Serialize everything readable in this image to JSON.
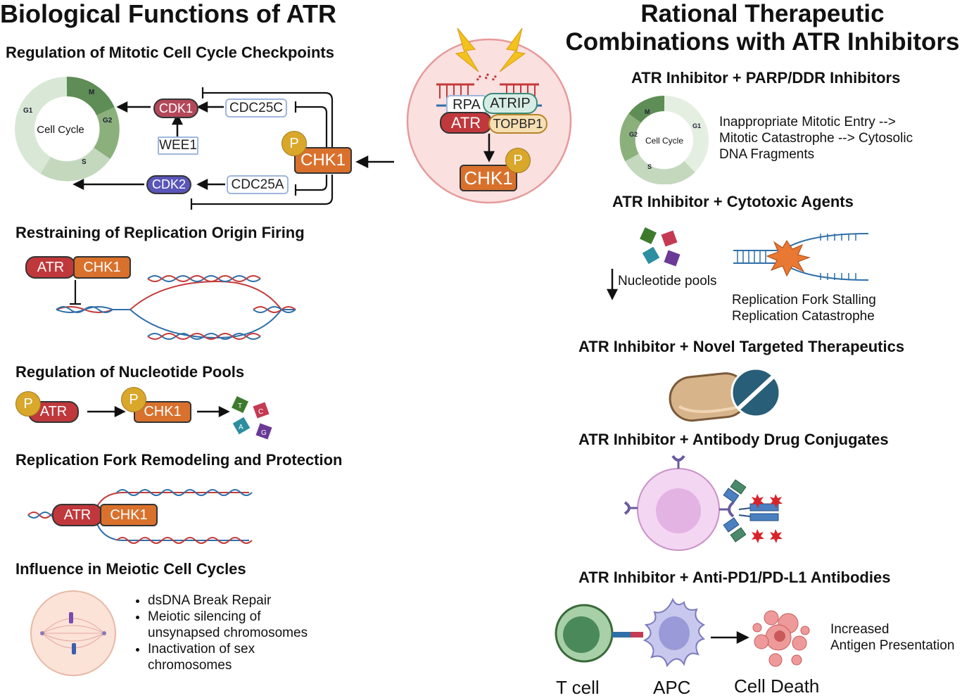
{
  "left": {
    "title": "Biological Functions of ATR",
    "sections": {
      "mitotic": {
        "heading": "Regulation of Mitotic Cell Cycle Checkpoints",
        "cycle_center": "Cell Cycle",
        "phases": [
          "M",
          "G2",
          "S",
          "G1"
        ],
        "labels": {
          "cdk1": "CDK1",
          "cdc25c": "CDC25C",
          "wee1": "WEE1",
          "cdk2": "CDK2",
          "cdc25a": "CDC25A",
          "chk1": "CHK1",
          "p": "P"
        }
      },
      "origin": {
        "heading": "Restraining of Replication Origin Firing",
        "atr": "ATR",
        "chk1": "CHK1"
      },
      "nucleotide": {
        "heading": "Regulation of Nucleotide Pools",
        "atr": "ATR",
        "chk1": "CHK1",
        "p": "P",
        "bases": [
          "T",
          "C",
          "A",
          "G"
        ]
      },
      "fork": {
        "heading": "Replication Fork Remodeling and Protection",
        "atr": "ATR",
        "chk1": "CHK1"
      },
      "meiotic": {
        "heading": "Influence in Meiotic Cell Cycles",
        "bullets": [
          "dsDNA Break Repair",
          "Meiotic silencing of unsynapsed chromosomes",
          "Inactivation of sex chromosomes"
        ]
      }
    }
  },
  "center": {
    "rpa": "RPA",
    "atrip": "ATRIP",
    "atr": "ATR",
    "topbp1": "TOPBP1",
    "chk1": "CHK1",
    "p": "P"
  },
  "right": {
    "title_line1": "Rational Therapeutic",
    "title_line2": "Combinations with ATR Inhibitors",
    "parp": {
      "heading": "ATR Inhibitor + PARP/DDR Inhibitors",
      "cycle_center": "Cell Cycle",
      "desc": [
        "Inappropriate Mitotic Entry -->",
        "Mitotic Catastrophe --> Cytosolic",
        "DNA Fragments"
      ]
    },
    "cytotoxic": {
      "heading": "ATR Inhibitor + Cytotoxic Agents",
      "pools": "Nucleotide pools",
      "fork_lines": [
        "Replication Fork Stalling",
        "Replication Catastrophe"
      ]
    },
    "novel": {
      "heading": "ATR Inhibitor + Novel Targeted Therapeutics"
    },
    "adc": {
      "heading": "ATR Inhibitor + Antibody Drug Conjugates"
    },
    "pd1": {
      "heading": "ATR Inhibitor + Anti-PD1/PD-L1 Antibodies",
      "tcell": "T cell",
      "apc": "APC",
      "death": "Cell Death",
      "result": [
        "Increased",
        "Antigen Presentation"
      ]
    }
  },
  "colors": {
    "atr": "#c0383c",
    "chk1": "#d9712c",
    "cdk1": "#b4485a",
    "cdk2": "#5a55b8",
    "phospho": "#d9a72a",
    "dna_red": "#c43a3a",
    "dna_blue": "#2e6fa8"
  }
}
